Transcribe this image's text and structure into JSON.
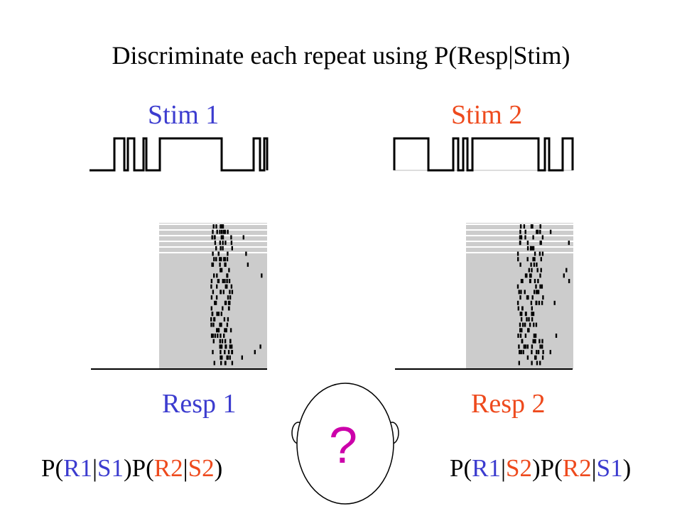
{
  "title": "Discriminate each repeat using P(Resp|Stim)",
  "colors": {
    "blue": "#3c3ccf",
    "red": "#ee4a1d",
    "magenta": "#cc00aa",
    "raster_bg": "#cccccc"
  },
  "stim1": {
    "label": "Stim 1",
    "color": "#3c3ccf"
  },
  "stim2": {
    "label": "Stim 2",
    "color": "#ee4a1d"
  },
  "resp1": {
    "label": "Resp 1",
    "color": "#3c3ccf"
  },
  "resp2": {
    "label": "Resp 2",
    "color": "#ee4a1d"
  },
  "left_formula": {
    "parts": [
      {
        "text": "P(",
        "color": "#000000"
      },
      {
        "text": "R1",
        "color": "#3c3ccf"
      },
      {
        "text": "|",
        "color": "#000000"
      },
      {
        "text": "S1",
        "color": "#3c3ccf"
      },
      {
        "text": ")P(",
        "color": "#000000"
      },
      {
        "text": "R2",
        "color": "#ee4a1d"
      },
      {
        "text": "|",
        "color": "#000000"
      },
      {
        "text": "S2",
        "color": "#ee4a1d"
      },
      {
        "text": ")",
        "color": "#000000"
      }
    ]
  },
  "right_formula": {
    "parts": [
      {
        "text": "P(",
        "color": "#000000"
      },
      {
        "text": "R1",
        "color": "#3c3ccf"
      },
      {
        "text": "|",
        "color": "#000000"
      },
      {
        "text": "S2",
        "color": "#ee4a1d"
      },
      {
        "text": ")P(",
        "color": "#000000"
      },
      {
        "text": "R2",
        "color": "#ee4a1d"
      },
      {
        "text": "|",
        "color": "#000000"
      },
      {
        "text": "S1",
        "color": "#3c3ccf"
      },
      {
        "text": ")",
        "color": "#000000"
      }
    ]
  },
  "head": {
    "symbol": "?",
    "icon": "head-outline-icon"
  }
}
